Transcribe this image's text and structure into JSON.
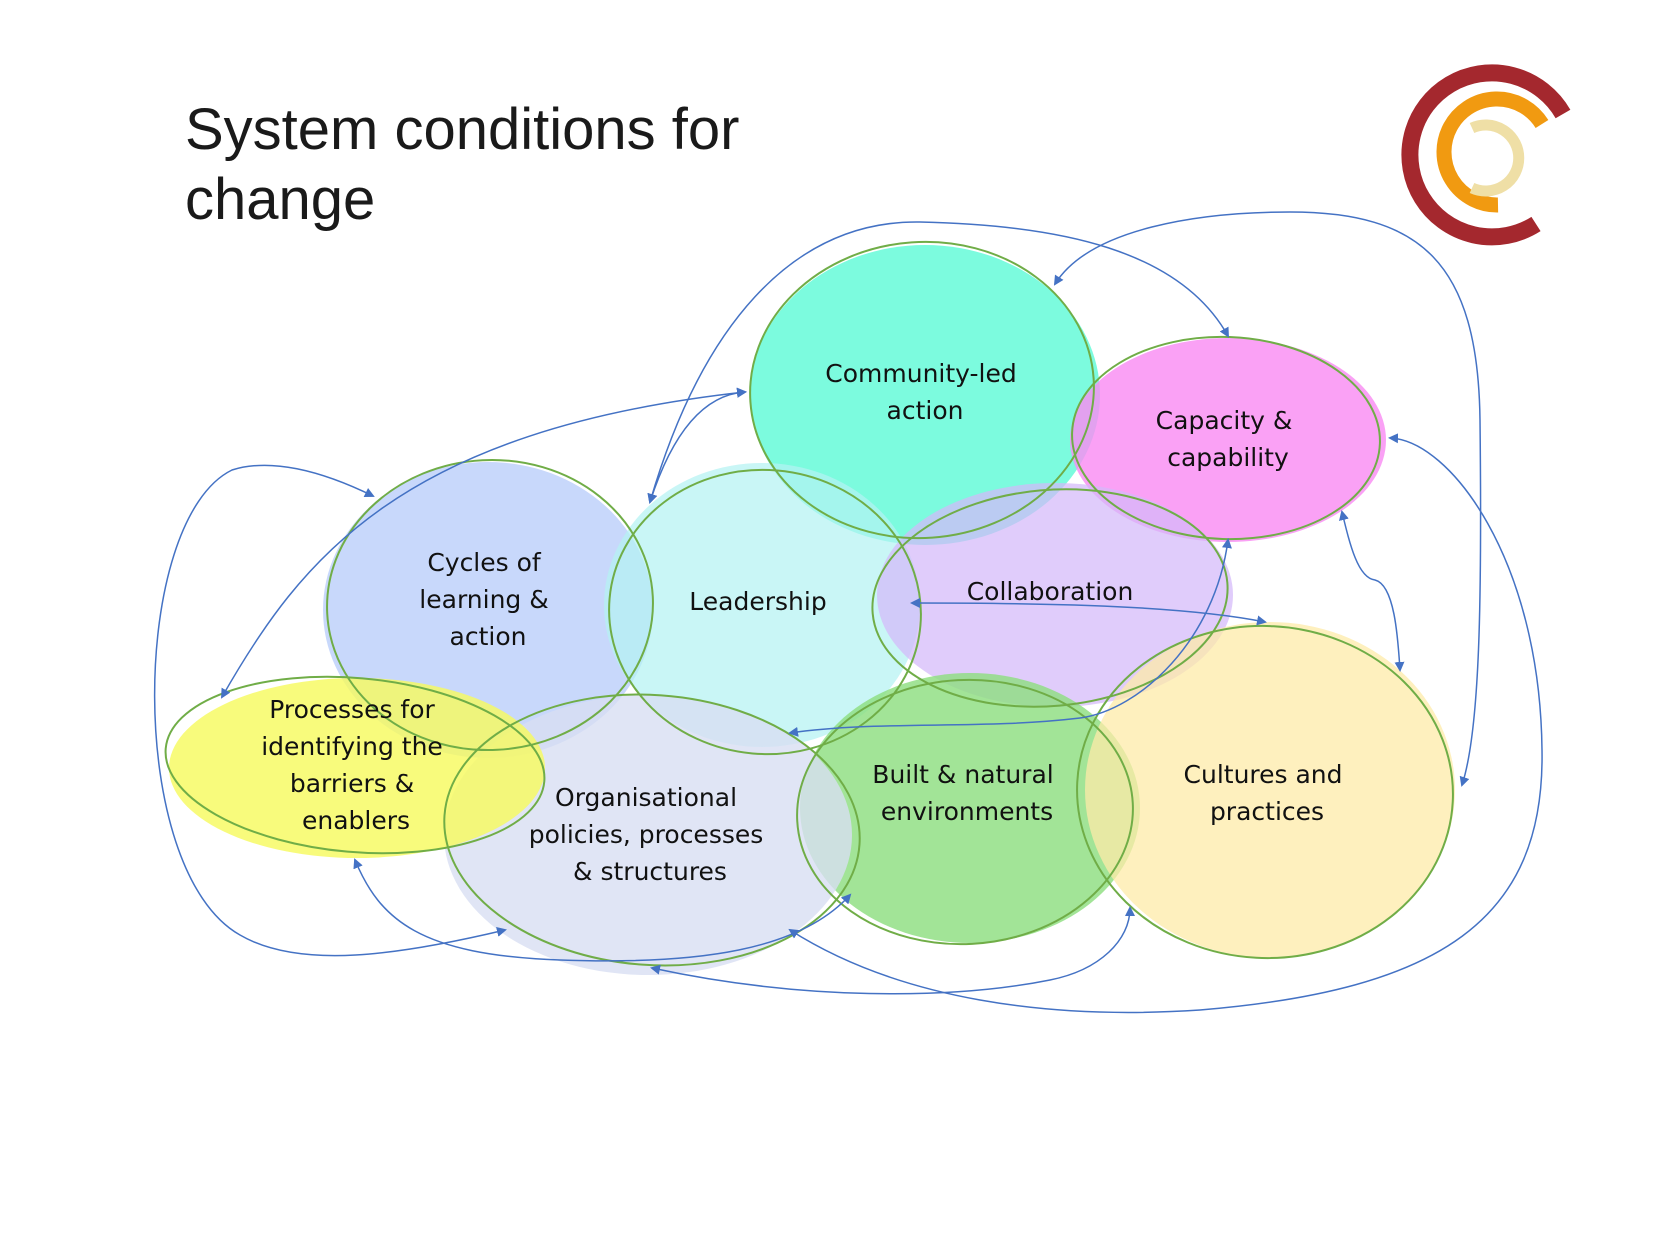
{
  "slide": {
    "title_line1": "System conditions for",
    "title_line2": "change"
  },
  "colors": {
    "connector": "#4472C4",
    "outline": "#70AD47",
    "logo_outer": "#A4282E",
    "logo_middle": "#F19A11",
    "logo_inner": "#EFDFA6"
  },
  "nodes": [
    {
      "id": "community",
      "lines": [
        "Community-led",
        "action"
      ],
      "fill": "#5FFAD7"
    },
    {
      "id": "capacity",
      "lines": [
        "Capacity &",
        "capability"
      ],
      "fill": "#F98CF3"
    },
    {
      "id": "cycles",
      "lines": [
        "Cycles of",
        "learning &",
        "action"
      ],
      "fill": "#B6CBFA"
    },
    {
      "id": "leadership",
      "lines": [
        "Leadership"
      ],
      "fill": "#B4F2F2"
    },
    {
      "id": "collaboration",
      "lines": [
        "Collaboration"
      ],
      "fill": "#D4B8F9"
    },
    {
      "id": "processes",
      "lines": [
        "Processes for",
        "identifying the",
        "barriers &",
        "enablers"
      ],
      "fill": "#F6FA5F"
    },
    {
      "id": "organisational",
      "lines": [
        "Organisational",
        "policies, processes",
        "& structures"
      ],
      "fill": "#D8DFF2"
    },
    {
      "id": "built",
      "lines": [
        "Built & natural",
        "environments"
      ],
      "fill": "#8EDE80"
    },
    {
      "id": "cultures",
      "lines": [
        "Cultures and",
        "practices"
      ],
      "fill": "#FDEBA8"
    }
  ]
}
